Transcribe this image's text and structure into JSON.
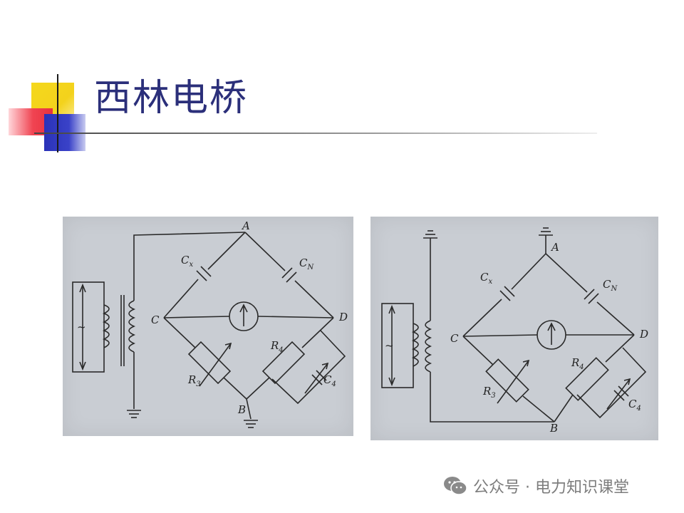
{
  "slide": {
    "title": "西林电桥",
    "accent_colors": {
      "yellow": "#f3d21c",
      "red": "#ee3344",
      "blue": "#2a32b8",
      "title_text": "#2b2f7a"
    }
  },
  "diagram_left": {
    "labels": {
      "A": "A",
      "B": "B",
      "C": "C",
      "D": "D",
      "source": "~"
    },
    "components": {
      "cx": {
        "main": "C",
        "sub": "x"
      },
      "cn": {
        "main": "C",
        "sub": "N"
      },
      "r3": {
        "main": "R",
        "sub": "3"
      },
      "r4": {
        "main": "R",
        "sub": "4"
      },
      "c4": {
        "main": "C",
        "sub": "4"
      }
    }
  },
  "diagram_right": {
    "labels": {
      "A": "A",
      "B": "B",
      "C": "C",
      "D": "D",
      "source": "~"
    },
    "components": {
      "cx": {
        "main": "C",
        "sub": "x"
      },
      "cn": {
        "main": "C",
        "sub": "N"
      },
      "r3": {
        "main": "R",
        "sub": "3"
      },
      "r4": {
        "main": "R",
        "sub": "4"
      },
      "c4": {
        "main": "C",
        "sub": "4"
      }
    }
  },
  "watermark": {
    "icon": "wechat-icon",
    "text": "公众号 · 电力知识课堂"
  }
}
